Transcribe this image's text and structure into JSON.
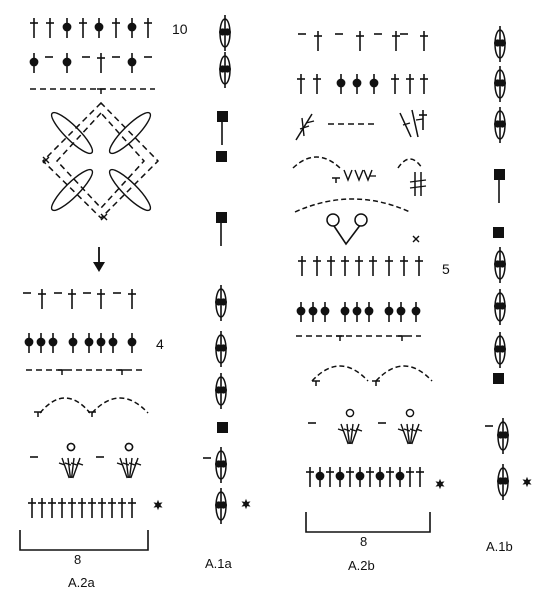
{
  "charts": {
    "A2a": {
      "name": "A.2a",
      "width_label": "8",
      "row_labels": [
        "10",
        "4"
      ]
    },
    "A1a": {
      "name": "A.1a"
    },
    "A2b": {
      "name": "A.2b",
      "width_label": "8",
      "row_labels": [
        "5"
      ]
    },
    "A1b": {
      "name": "A.1b"
    }
  },
  "symbols": {
    "chain": "chain-stitch-symbol",
    "dc": "double-crochet-symbol",
    "bobble": "bobble-symbol",
    "puff": "vertical-puff-symbol",
    "block": "filled-square-symbol",
    "ring": "small-ring-symbol",
    "star": "start-star-symbol",
    "x": "slip-stitch-x-symbol",
    "arrow": "down-arrow-symbol"
  }
}
